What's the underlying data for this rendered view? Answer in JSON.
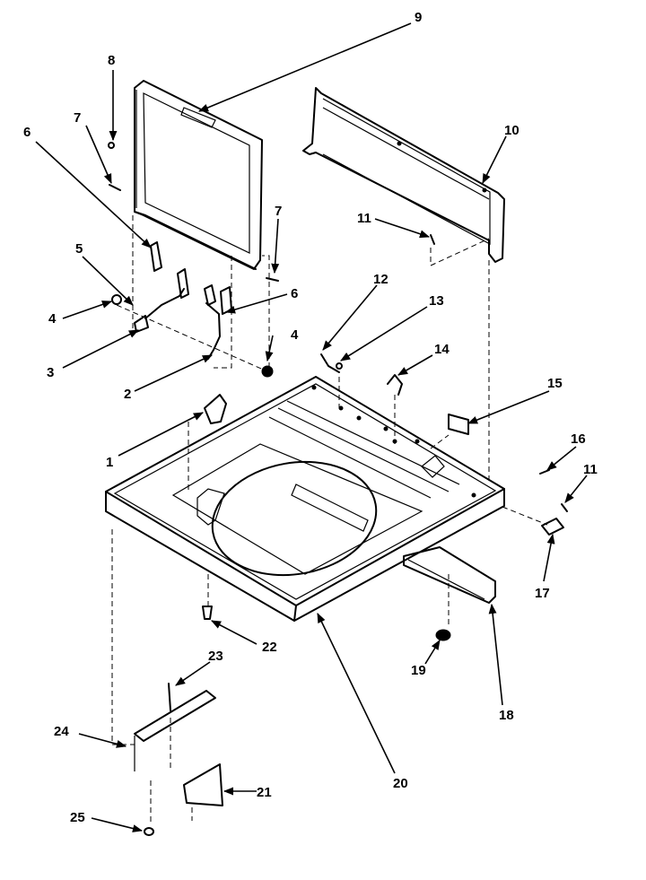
{
  "callouts": {
    "c1": "1",
    "c2": "2",
    "c3": "3",
    "c4a": "4",
    "c4b": "4",
    "c5": "5",
    "c6a": "6",
    "c6b": "6",
    "c7a": "7",
    "c7b": "7",
    "c8": "8",
    "c9": "9",
    "c10": "10",
    "c11a": "11",
    "c11b": "11",
    "c12": "12",
    "c13": "13",
    "c14": "14",
    "c15": "15",
    "c16": "16",
    "c17": "17",
    "c18": "18",
    "c19": "19",
    "c20": "20",
    "c21": "21",
    "c22": "22",
    "c23": "23",
    "c24": "24",
    "c25": "25"
  }
}
